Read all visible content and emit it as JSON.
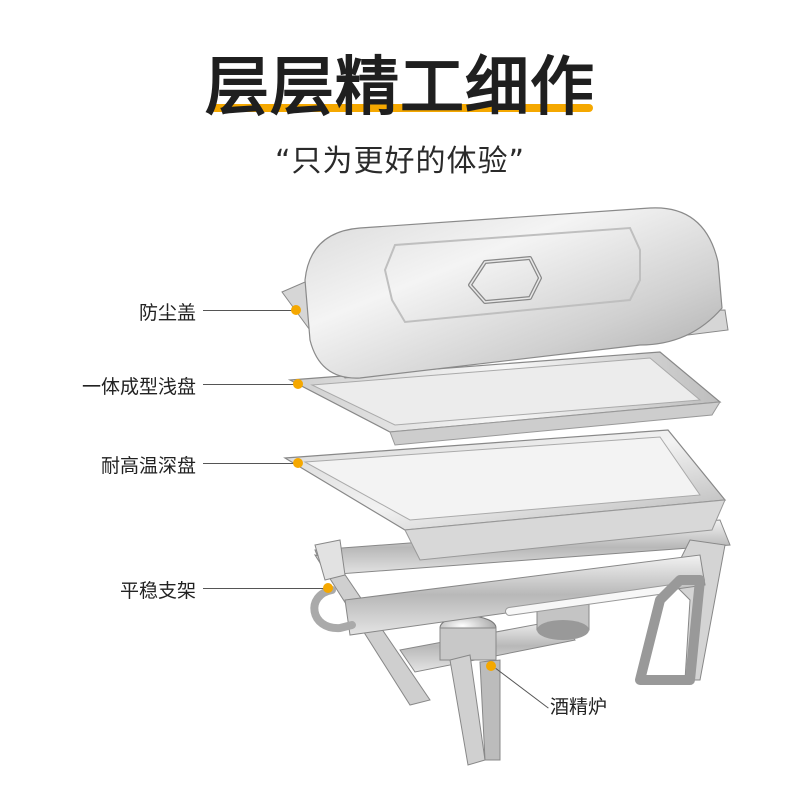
{
  "header": {
    "title": "层层精工细作",
    "subtitle": "“只为更好的体验”"
  },
  "colors": {
    "accent": "#F5A800",
    "text": "#1f1f1f",
    "leader_line": "#555555",
    "steel_light": "#eeeeee",
    "steel_mid": "#c9c9c9",
    "steel_dark": "#8d8d8d"
  },
  "callouts": [
    {
      "label": "防尘盖",
      "part": "lid"
    },
    {
      "label": "一体成型浅盘",
      "part": "shallow-pan"
    },
    {
      "label": "耐高温深盘",
      "part": "deep-pan"
    },
    {
      "label": "平稳支架",
      "part": "stand"
    },
    {
      "label": "酒精炉",
      "part": "fuel-burner"
    }
  ]
}
